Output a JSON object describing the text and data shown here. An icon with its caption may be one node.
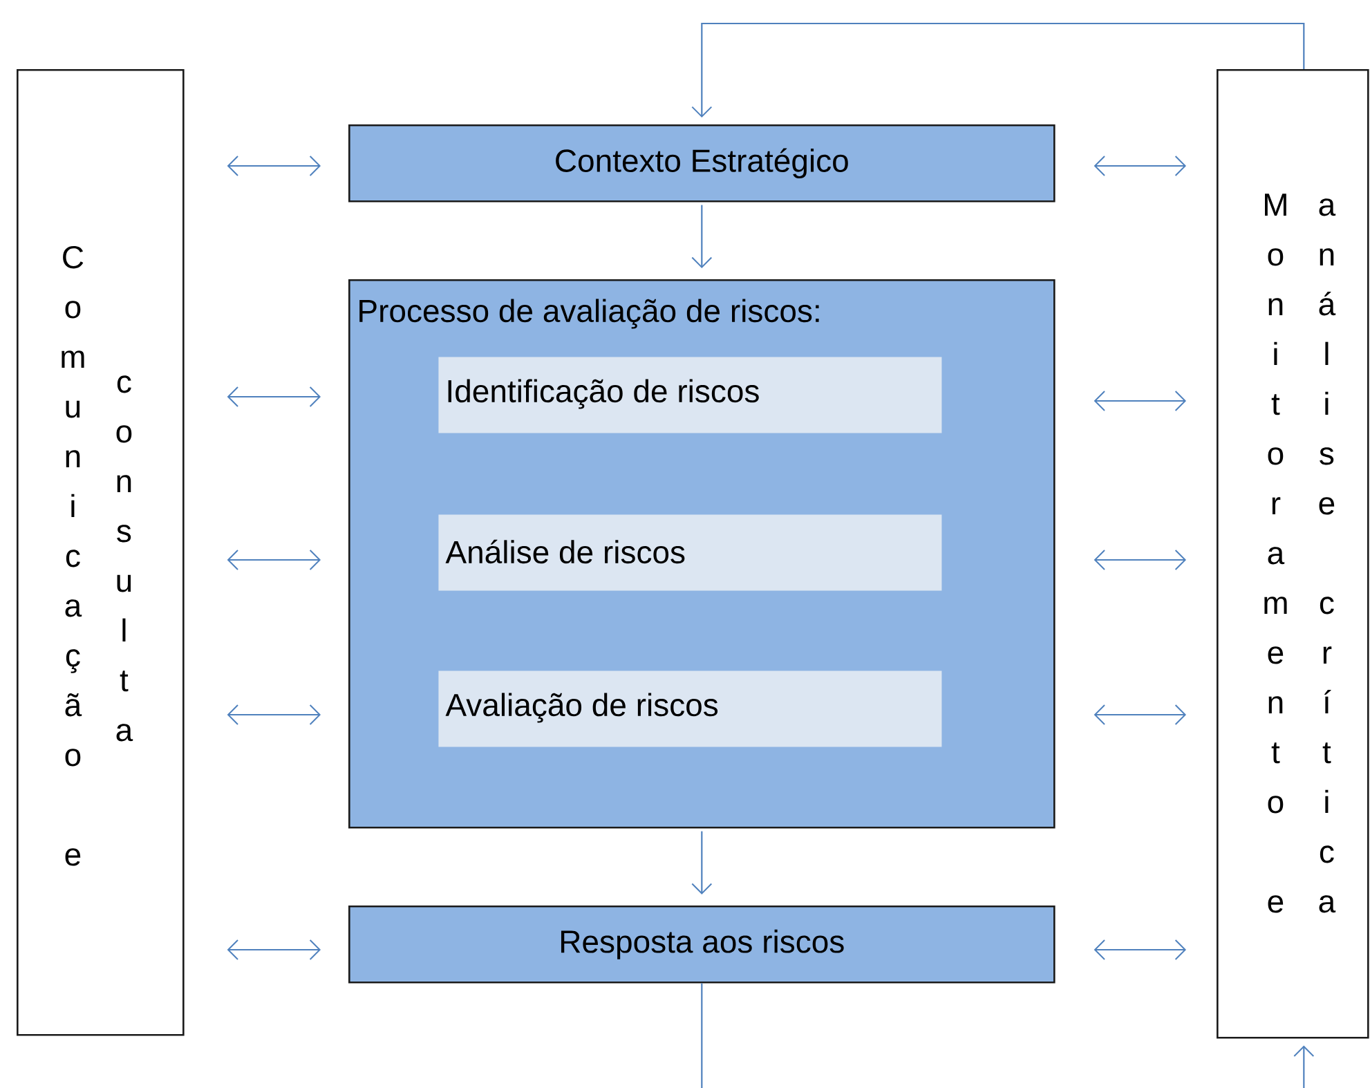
{
  "diagram": {
    "nodes": [
      {
        "text": [
          "Comunicação e consulta"
        ]
      },
      {
        "text": [
          "Contexto Estratégico"
        ]
      },
      {
        "text": [
          "Processo de avaliação de riscos:"
        ]
      },
      {
        "text": [
          "Identificação de riscos"
        ],
        "in": 2
      },
      {
        "text": [
          "Análise de riscos"
        ],
        "in": 2
      },
      {
        "text": [
          "Avaliação de riscos"
        ],
        "in": 2
      },
      {
        "text": [
          "Resposta aos riscos"
        ]
      },
      {
        "text": [
          "Monitoramento e análise crítica"
        ]
      }
    ],
    "edges": [
      {
        "from": 0,
        "to": 1,
        "arrow": "both"
      },
      {
        "from": 0,
        "to": 2,
        "arrow": "both"
      },
      {
        "from": 0,
        "to": 2,
        "arrow": "both"
      },
      {
        "from": 0,
        "to": 2,
        "arrow": "both"
      },
      {
        "from": 0,
        "to": 6,
        "arrow": "both"
      },
      {
        "from": 1,
        "to": 7,
        "arrow": "both"
      },
      {
        "from": 2,
        "to": 7,
        "arrow": "both"
      },
      {
        "from": 2,
        "to": 7,
        "arrow": "both"
      },
      {
        "from": 2,
        "to": 7,
        "arrow": "both"
      },
      {
        "from": 6,
        "to": 7,
        "arrow": "both"
      },
      {
        "from": 1,
        "to": 2,
        "arrow": "to"
      },
      {
        "from": 2,
        "to": 6,
        "arrow": "to"
      },
      {
        "from": 6,
        "to": null,
        "arrow": "none"
      },
      {
        "from": 7,
        "to": 1,
        "arrow": "to"
      },
      {
        "from": null,
        "to": 7,
        "arrow": "to"
      }
    ]
  }
}
